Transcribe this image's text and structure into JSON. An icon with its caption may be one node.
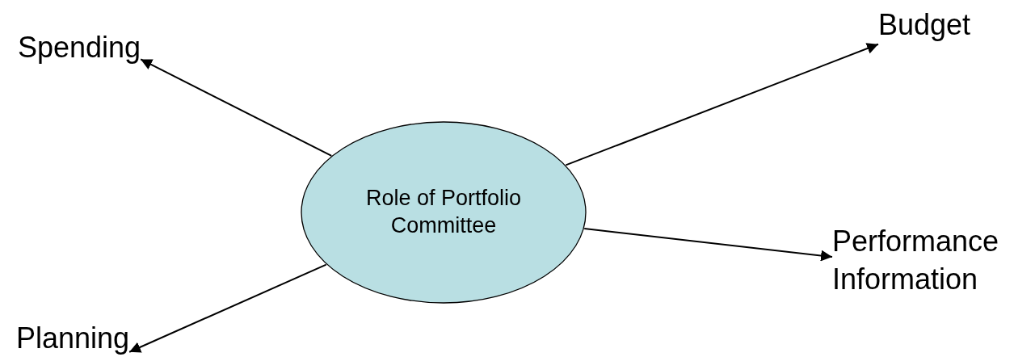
{
  "diagram": {
    "nodes": [
      {
        "text": [
          "Role of Portfolio Committee"
        ]
      },
      {
        "text": [
          "Spending"
        ]
      },
      {
        "text": [
          "Budget"
        ]
      },
      {
        "text": [
          "Performance Information"
        ]
      },
      {
        "text": [
          "Planning"
        ]
      }
    ],
    "edges": [
      {
        "from": 0,
        "to": 1,
        "arrow": "to"
      },
      {
        "from": 0,
        "to": 2,
        "arrow": "to"
      },
      {
        "from": 0,
        "to": 3,
        "arrow": "to"
      },
      {
        "from": 0,
        "to": 4,
        "arrow": "to"
      }
    ]
  }
}
